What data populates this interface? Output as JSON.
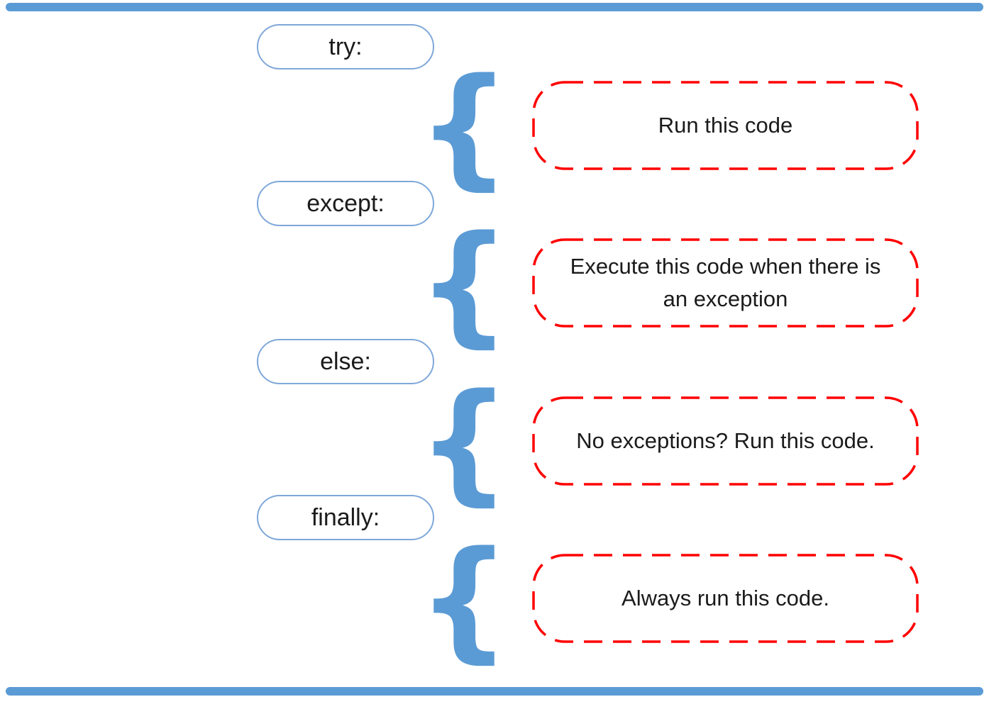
{
  "colors": {
    "accent_blue": "#5B9BD5",
    "pill_border_blue": "#7FA8D9",
    "dashed_red": "#FF0000",
    "text_black": "#1b1b1b"
  },
  "diagram": {
    "brace_glyph": "{",
    "rows": [
      {
        "keyword": "try:",
        "description": "Run this code"
      },
      {
        "keyword": "except:",
        "description": "Execute this code when there is an exception"
      },
      {
        "keyword": "else:",
        "description": "No exceptions? Run this code."
      },
      {
        "keyword": "finally:",
        "description": "Always run this code."
      }
    ]
  }
}
